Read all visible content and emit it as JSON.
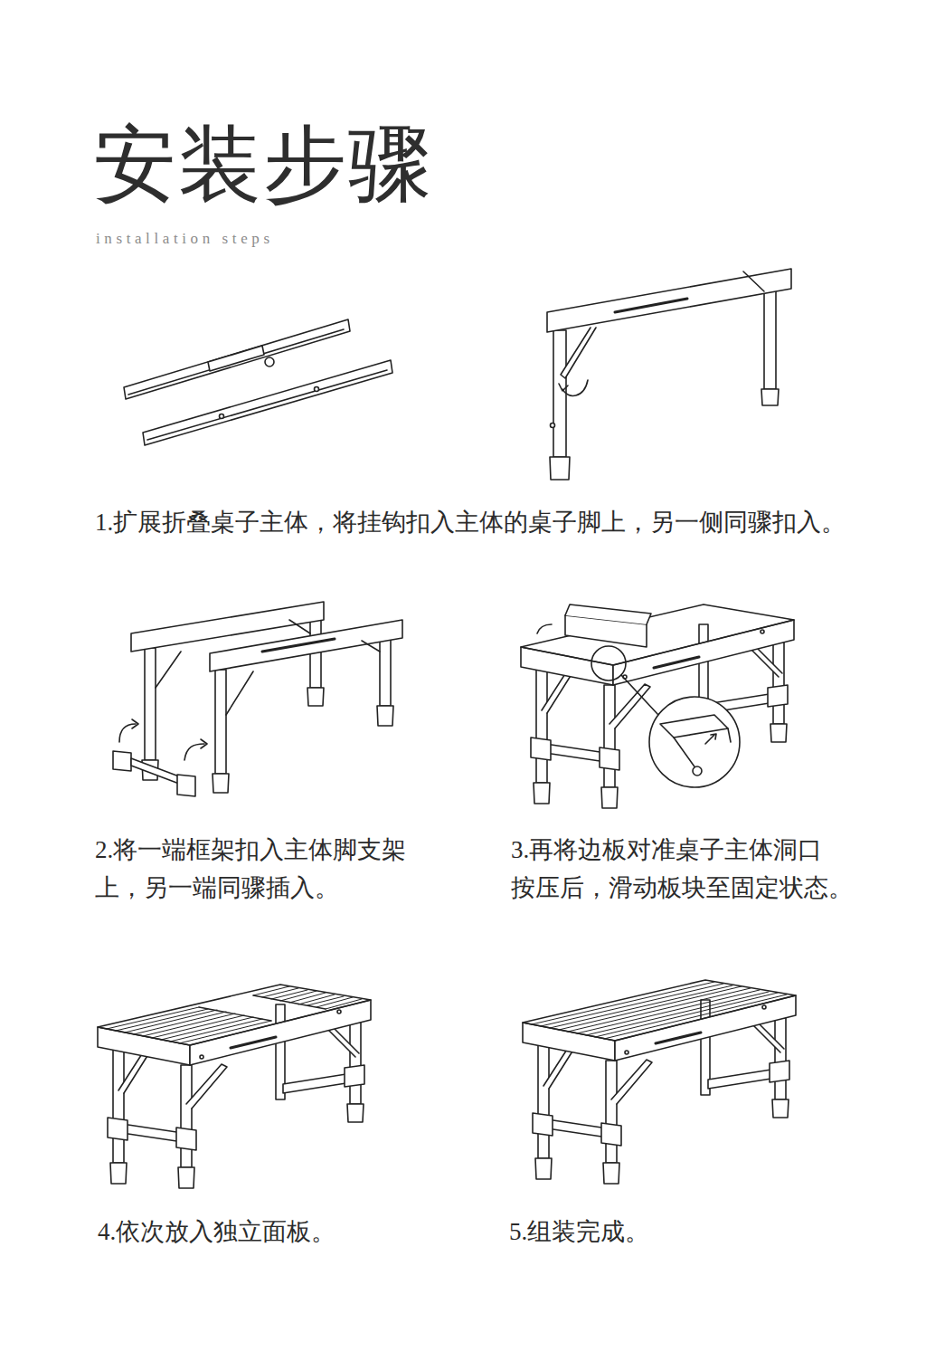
{
  "diagram": {
    "title": "安装步骤",
    "labels": [
      "installation steps",
      "1.扩展折叠桌子主体，将挂钩扣入主体的桌子脚上，另一侧同骤扣入。",
      "2.将一端框架扣入主体脚支架 上，另一端同骤插入。",
      "3.再将边板对准桌子主体洞口 按压后，滑动板块至固定状态。",
      "4.依次放入独立面板。",
      "5.组装完成。"
    ]
  }
}
